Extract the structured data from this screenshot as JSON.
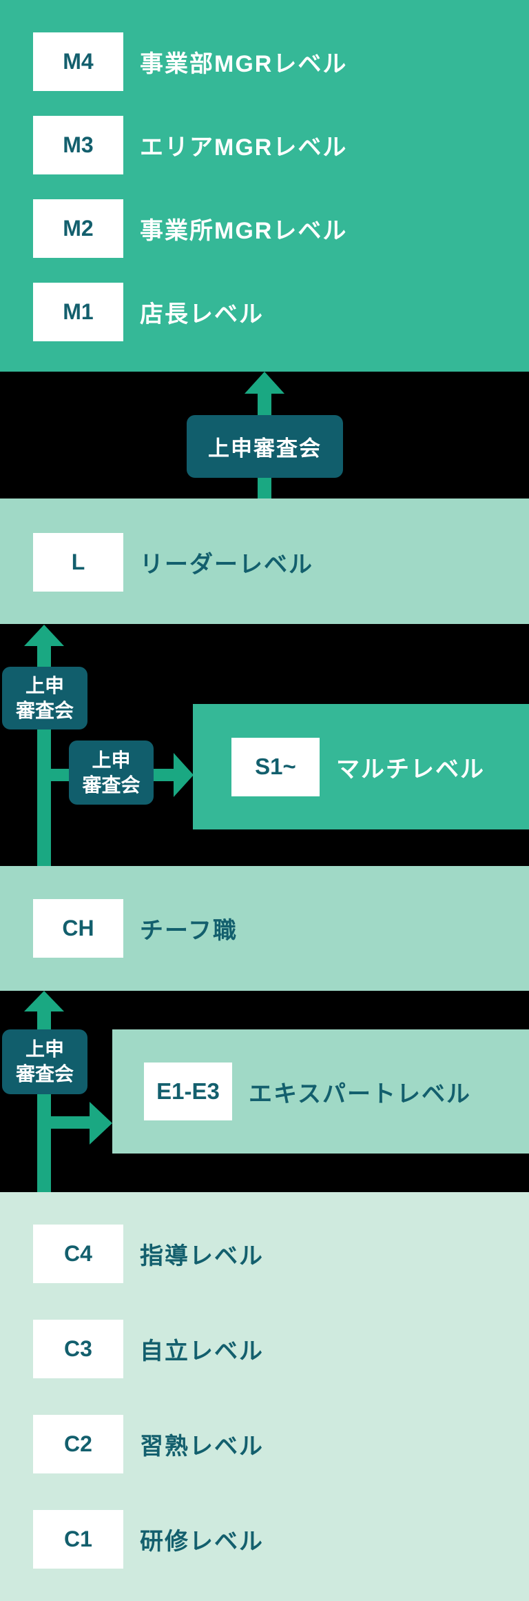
{
  "palette": {
    "teal_section": "#35b897",
    "light_green_section": "#a0d9c6",
    "pale_green_section": "#cfeade",
    "background_black": "#000000",
    "review_badge_teal": "#115e6c",
    "arrow_green": "#1aa882",
    "badge_white": "#ffffff",
    "text_dark_teal": "#135f6d",
    "text_white": "#ffffff"
  },
  "review_board": {
    "label": "上申審査会",
    "line1": "上申",
    "line2": "審査会"
  },
  "ladder": {
    "manager": {
      "rows": [
        {
          "grade": "M4",
          "label": "事業部MGRレベル"
        },
        {
          "grade": "M3",
          "label": "エリアMGRレベル"
        },
        {
          "grade": "M2",
          "label": "事業所MGRレベル"
        },
        {
          "grade": "M1",
          "label": "店長レベル"
        }
      ]
    },
    "leader": {
      "grade": "L",
      "label": "リーダーレベル"
    },
    "multi": {
      "grade": "S1~",
      "label": "マルチレベル"
    },
    "chief": {
      "grade": "CH",
      "label": "チーフ職"
    },
    "expert": {
      "grade": "E1-E3",
      "label": "エキスパートレベル"
    },
    "crew": {
      "rows": [
        {
          "grade": "C4",
          "label": "指導レベル"
        },
        {
          "grade": "C3",
          "label": "自立レベル"
        },
        {
          "grade": "C2",
          "label": "習熟レベル"
        },
        {
          "grade": "C1",
          "label": "研修レベル"
        }
      ]
    }
  }
}
